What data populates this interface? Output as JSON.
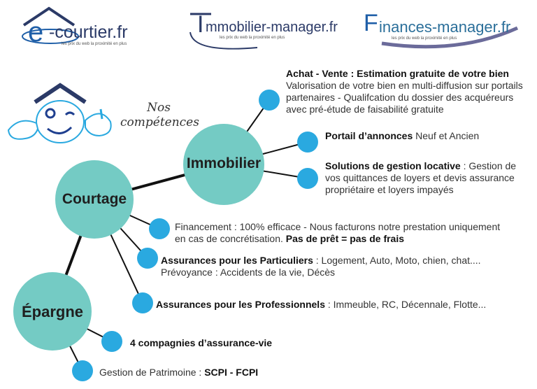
{
  "logos": [
    {
      "big": "e",
      "rest": "-courtier.fr",
      "tagline": "les prix du web la proximité en plus"
    },
    {
      "big": "I",
      "rest": "mmobilier-manager.fr",
      "tagline": "les prix du web la proximité en plus"
    },
    {
      "big": "F",
      "rest": "inances-manager.fr",
      "tagline": "les prix du web la proximité en plus"
    }
  ],
  "heading": {
    "line1": "Nos",
    "line2": "compétences"
  },
  "nodes": {
    "immobilier": "Immobilier",
    "courtage": "Courtage",
    "epargne": "Épargne"
  },
  "items": {
    "achat_title": "Achat - Vente : Estimation gratuite de votre bien",
    "achat_body": "Valorisation de votre bien en multi-diffusion sur portails partenaires - Qualifcation du dossier des acquéreurs avec pré-étude de faisabilité gratuite",
    "portail_title": "Portail d’annonces",
    "portail_body": " Neuf et Ancien",
    "gestion_title": "Solutions de gestion locative",
    "gestion_body": " : Gestion de vos quittances de loyers et devis assurance propriétaire et loyers impayés",
    "financement_body": "Financement : 100% efficace - Nous facturons notre prestation uniquement en cas de concrétisation. ",
    "financement_bold": "Pas de prêt = pas de frais",
    "particuliers_title": "Assurances pour les Particuliers",
    "particuliers_body": " : Logement, Auto, Moto, chien, chat....",
    "particuliers_line2": "Prévoyance : Accidents de la vie, Décès",
    "pro_title": "Assurances pour les Professionnels",
    "pro_body": " : Immeuble, RC, Décennale, Flotte...",
    "assurance_vie": "4 compagnies d’assurance-vie",
    "patrimoine_body": "Gestion de Patrimoine : ",
    "patrimoine_bold": "SCPI - FCPI"
  },
  "colors": {
    "node": "#74cbc4",
    "dot": "#2aa9e0",
    "line": "#111111",
    "logo_blue": "#1f5fa8",
    "logo_navy": "#2b3a67"
  }
}
